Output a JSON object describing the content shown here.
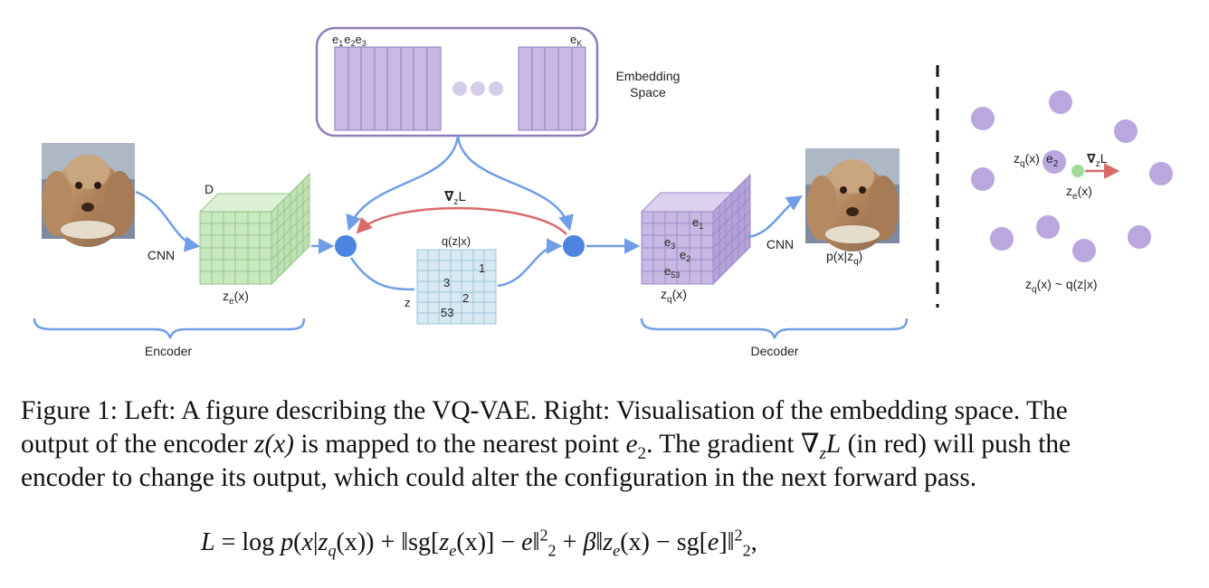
{
  "figure": {
    "embedding_space": {
      "label_line1": "Embedding",
      "label_line2": "Space",
      "codes": {
        "e": "e",
        "s1": "1",
        "s2": "2",
        "s3": "3",
        "sK": "K"
      }
    },
    "encoder": {
      "input_arrow_label": "CNN",
      "depth_label": "D",
      "output": {
        "base": "z",
        "sub": "e",
        "arg": "(x)"
      },
      "brace_label": "Encoder"
    },
    "posterior": {
      "title": "q(z|x)",
      "axis_label": "z",
      "cells": [
        "1",
        "3",
        "2",
        "53"
      ]
    },
    "gradient": {
      "nabla": "∇",
      "sub": "z",
      "base": "L"
    },
    "decoder": {
      "input": {
        "base": "z",
        "sub": "q",
        "arg": "(x)"
      },
      "cube_labels": [
        {
          "base": "e",
          "sub": "1"
        },
        {
          "base": "e",
          "sub": "3"
        },
        {
          "base": "e",
          "sub": "2"
        },
        {
          "base": "e",
          "sub": "53"
        }
      ],
      "output_arrow_label": "CNN",
      "output": {
        "pre": "p(x|z",
        "sub": "q",
        "post": ")"
      },
      "brace_label": "Decoder"
    },
    "embedding_viz": {
      "zq": {
        "base": "z",
        "sub": "q",
        "arg": "(x)"
      },
      "e2": {
        "base": "e",
        "sub": "2"
      },
      "grad": {
        "nabla": "∇",
        "sub": "z",
        "base": "L"
      },
      "ze": {
        "base": "z",
        "sub": "e",
        "arg": "(x)"
      },
      "sample": {
        "base": "z",
        "sub": "q",
        "rest": "(x) ~ q(z|x)"
      }
    },
    "colors": {
      "arrow_blue": "#6f9ee6",
      "node_blue": "#4d84e0",
      "gradient_red": "#d96b6b",
      "embed_purple": "#c7b9e3",
      "embed_stroke": "#8e7db8",
      "encoder_green": "#c8e8bf",
      "grid_blue": "#cfe3ee",
      "point_purple": "#b9a7de",
      "point_green": "#a3d99b"
    }
  },
  "caption": {
    "line1": "Figure 1: Left: A figure describing the VQ-VAE. Right: Visualisation of the embedding space. The",
    "line2a": "output of the encoder ",
    "line2b": " is mapped to the nearest point ",
    "line2c": ". The gradient ",
    "line2d": " (in red) will push the",
    "line3": "encoder to change its output, which could alter the configuration in the next forward pass.",
    "z_of_x": "z(x)",
    "e": "e",
    "two": "2",
    "nabla": "∇",
    "z": "z",
    "L": "L"
  },
  "equation": {
    "lhs": "L",
    "eq": " = log ",
    "p": "p",
    "open": "(",
    "x": "x",
    "bar": "|",
    "z": "z",
    "q": "q",
    "xpar": "(x)) + ‖sg[",
    "z2": "z",
    "e": "e",
    "mid": "(x)] − ",
    "e_code": "e",
    "norm_close": "‖",
    "two": "2",
    "plus": " + ",
    "beta": "β",
    "norm_open": "‖",
    "z3": "z",
    "e3": "e",
    "tail": "(x) − sg[",
    "e_code2": "e",
    "end": "]‖",
    "comma": ","
  }
}
